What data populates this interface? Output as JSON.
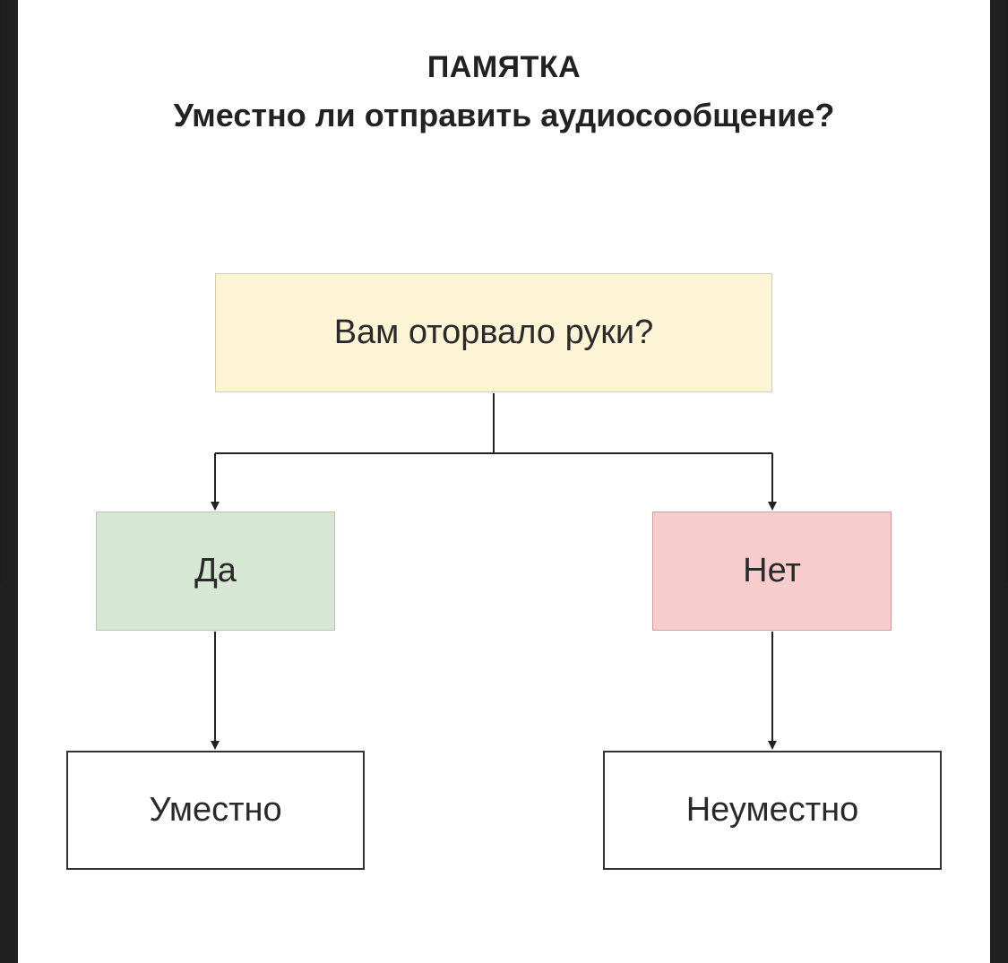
{
  "header": {
    "title": "ПАМЯТКА",
    "question": "Уместно ли отправить аудиосообщение?"
  },
  "nodes": {
    "question": {
      "label": "Вам оторвало руки?",
      "fill": "#fdf4d6"
    },
    "yes": {
      "label": "Да",
      "fill": "#d6e8d3"
    },
    "no": {
      "label": "Нет",
      "fill": "#f7cccc"
    },
    "appropriate": {
      "label": "Уместно",
      "fill": "#ffffff"
    },
    "inappropriate": {
      "label": "Неуместно",
      "fill": "#ffffff"
    }
  },
  "edges": [
    {
      "from": "question",
      "to": "yes"
    },
    {
      "from": "question",
      "to": "no"
    },
    {
      "from": "yes",
      "to": "appropriate"
    },
    {
      "from": "no",
      "to": "inappropriate"
    }
  ],
  "colors": {
    "line": "#222222",
    "page": "#ffffff",
    "frame": "#202020"
  }
}
